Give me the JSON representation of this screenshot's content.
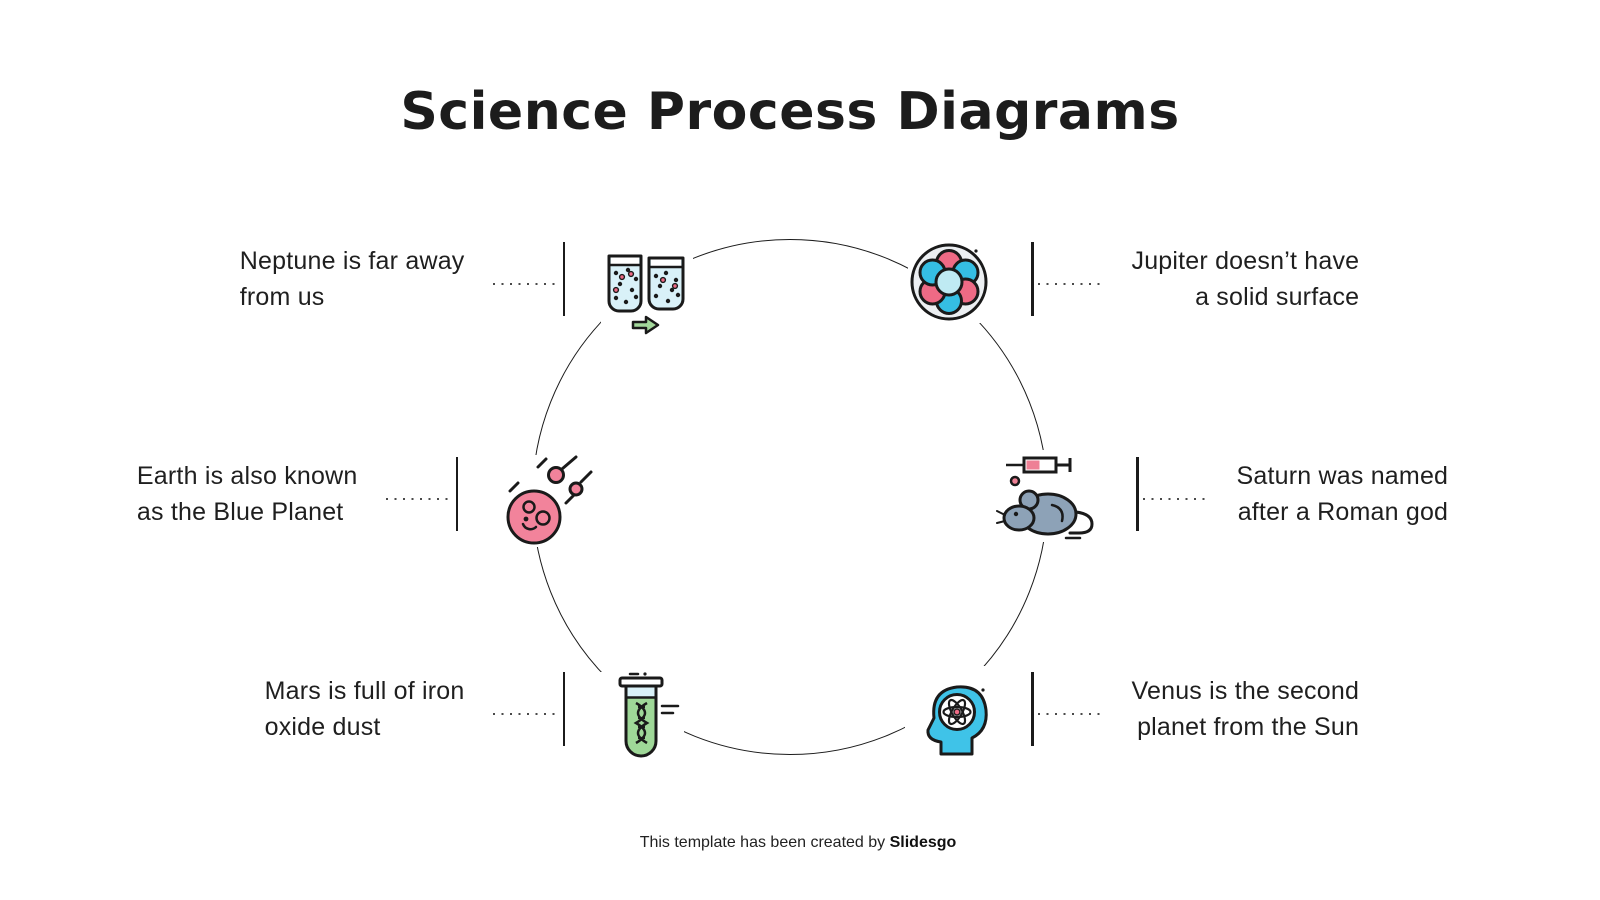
{
  "title": "Science Process Diagrams",
  "labels": {
    "neptune": {
      "line1": "Neptune is far away",
      "line2": "from us"
    },
    "jupiter": {
      "line1": "Jupiter doesn’t have",
      "line2": "a solid surface"
    },
    "earth": {
      "line1": "Earth is also known",
      "line2": "as the Blue Planet"
    },
    "saturn": {
      "line1": "Saturn was named",
      "line2": "after a Roman god"
    },
    "mars": {
      "line1": "Mars is full of iron",
      "line2": "oxide dust"
    },
    "venus": {
      "line1": "Venus is the second",
      "line2": "planet from the Sun"
    }
  },
  "icons": {
    "top_left": "beakers-diffusion-icon",
    "top_right": "atom-nucleus-icon",
    "middle_left": "meteor-icon",
    "middle_right": "lab-rat-syringe-icon",
    "bottom_left": "dna-test-tube-icon",
    "bottom_right": "head-atom-icon"
  },
  "footer": {
    "prefix": "This template has been created by ",
    "brand": "Slidesgo"
  },
  "colors": {
    "ink": "#1a1a1a",
    "text": "#1f1f1f",
    "pink": "#ee6a85",
    "light_pink": "#f2839b",
    "syringe_pink": "#ee8095",
    "cyan": "#35bee3",
    "light_cyan": "#bfeaf3",
    "pale_blue": "#d9f1f8",
    "arrow_green": "#a3d89b",
    "liquid_green": "#9fd898",
    "rat_gray": "#8da2b7",
    "head_cyan": "#3fc3e8",
    "nucleus_bg": "#eceff2"
  }
}
